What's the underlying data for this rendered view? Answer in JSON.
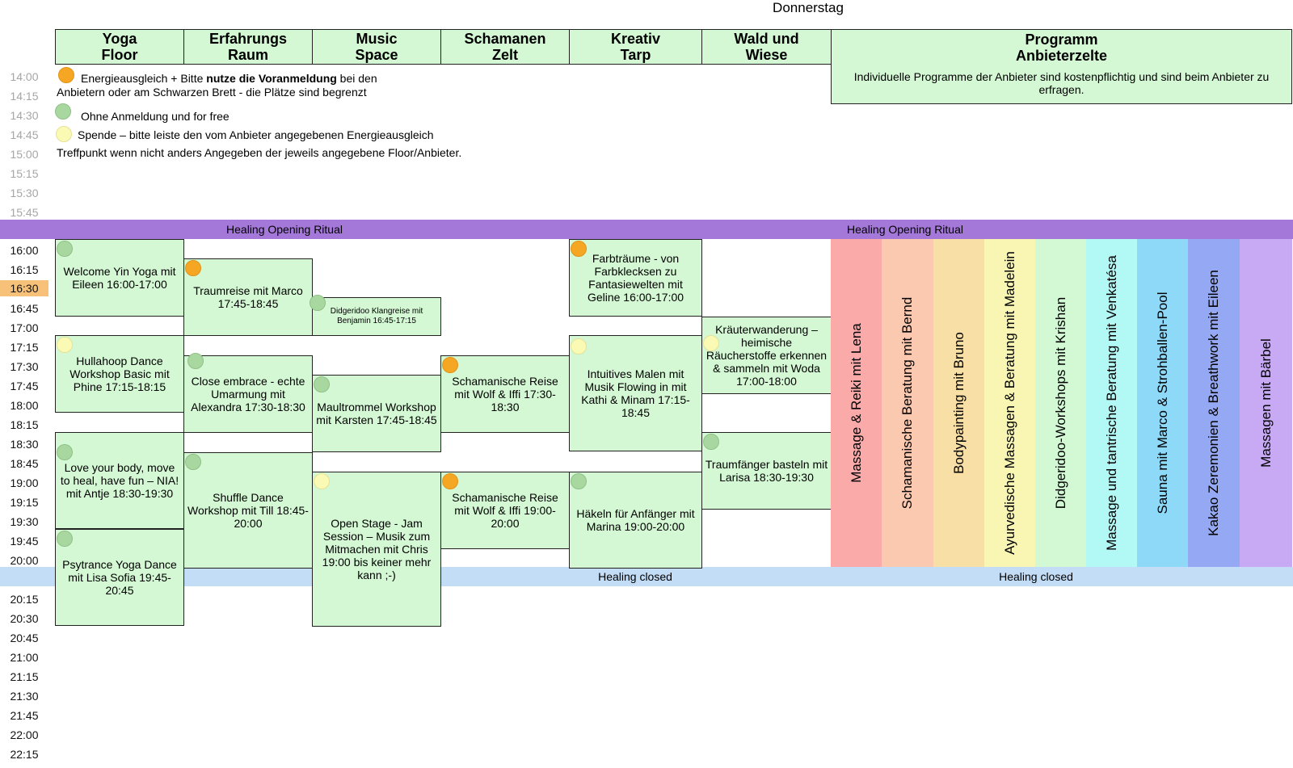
{
  "day": "Donnerstag",
  "columns": [
    {
      "label": "Yoga\nFloor"
    },
    {
      "label": "Erfahrungs\nRaum"
    },
    {
      "label": "Music\nSpace"
    },
    {
      "label": "Schamanen\nZelt"
    },
    {
      "label": "Kreativ\nTarp"
    },
    {
      "label": "Wald und\nWiese"
    }
  ],
  "program": {
    "title": "Programm\nAnbieterzelte",
    "text": "Individuelle Programme der Anbieter sind kostenpflichtig und sind beim Anbieter zu erfragen."
  },
  "times": [
    "14:00",
    "14:15",
    "14:30",
    "14:45",
    "15:00",
    "15:15",
    "15:30",
    "15:45",
    "16:00",
    "16:15",
    "16:30",
    "16:45",
    "17:00",
    "17:15",
    "17:30",
    "17:45",
    "18:00",
    "18:15",
    "18:30",
    "18:45",
    "19:00",
    "19:15",
    "19:30",
    "19:45",
    "20:00",
    "20:15",
    "20:30",
    "20:45",
    "21:00",
    "21:15",
    "21:30",
    "21:45",
    "22:00",
    "22:15"
  ],
  "legend": {
    "orange_pre": "Energieausgleich + Bitte ",
    "orange_bold": "nutze die Voranmeldung",
    "orange_post": " bei den",
    "orange_line2": "Anbietern oder am Schwarzen Brett - die Plätze sind begrenzt",
    "green": "Ohne Anmeldung und for free",
    "yellow": "Spende – bitte leiste den vom Anbieter angegebenen Energieausgleich",
    "meeting": "Treffpunkt wenn nicht anders Angegeben der jeweils angegebene Floor/Anbieter."
  },
  "opening_band": {
    "left": "Healing Opening Ritual",
    "right": "Healing Opening Ritual",
    "color": "#a478d8"
  },
  "closed_band": {
    "left": "Healing closed",
    "right": "Healing closed",
    "color": "#c4ddf6"
  },
  "events": {
    "welcome_yin": "Welcome Yin Yoga mit Eileen 16:00-17:00",
    "hullahoop": "Hullahoop Dance Workshop Basic mit Phine 17:15-18:15",
    "love_body": "Love your body, move to heal, have fun – NIA! mit Antje  18:30-19:30",
    "psytrance": "Psytrance Yoga Dance mit Lisa Sofia 19:45-20:45",
    "traumreise": "Traumreise mit Marco 17:45-18:45",
    "close_embrace": "Close embrace - echte Umarmung mit Alexandra 17:30-18:30",
    "shuffle": "Shuffle Dance Workshop mit Till 18:45-20:00",
    "didgeridoo": "Didgeridoo Klangreise mit Benjamin 16:45-17:15",
    "maultrommel": "Maultrommel Workshop mit Karsten 17:45-18:45",
    "open_stage": "Open Stage - Jam Session – Musik zum Mitmachen mit Chris 19:00 bis keiner mehr kann ;-)",
    "schamanisch1": "Schamanische Reise mit Wolf & Iffi 17:30-18:30",
    "schamanisch2": "Schamanische Reise mit Wolf & Iffi 19:00-20:00",
    "farbtraeume": "Farbträume - von Farbklecksen zu Fantasiewelten mit Geline 16:00-17:00",
    "intuitives": "Intuitives Malen mit Musik Flowing in mit Kathi & Minam 17:15-18:45",
    "haekeln": "Häkeln für Anfänger mit Marina 19:00-20:00",
    "kraeuter": "Kräuterwanderung – heimische Räucherstoffe erkennen & sammeln mit Woda 17:00-18:00",
    "traumfaenger": "Traumfänger basteln mit Larisa 18:30-19:30"
  },
  "providers": [
    {
      "label": "Massage & Reiki mit Lena",
      "color": "#fbaaaa"
    },
    {
      "label": "Schamanische Beratung mit Bernd",
      "color": "#fbc9b0"
    },
    {
      "label": "Bodypainting mit Bruno",
      "color": "#f8dfa6"
    },
    {
      "label": "Ayurvedische Massagen & Beratung mit Madelein",
      "color": "#f8f6b2"
    },
    {
      "label": "Didgeridoo-Workshops mit Krishan",
      "color": "#d2f8d4"
    },
    {
      "label": "Massage und tantrische Beratung mit Venkatésa",
      "color": "#b2f8f4"
    },
    {
      "label": "Sauna mit Marco & Strohballen-Pool",
      "color": "#8ed8f8"
    },
    {
      "label": "Kakao Zeremonien & Breathwork mit Eileen",
      "color": "#94a8f4"
    },
    {
      "label": "Massagen mit Bärbel",
      "color": "#c8aaf4"
    }
  ]
}
